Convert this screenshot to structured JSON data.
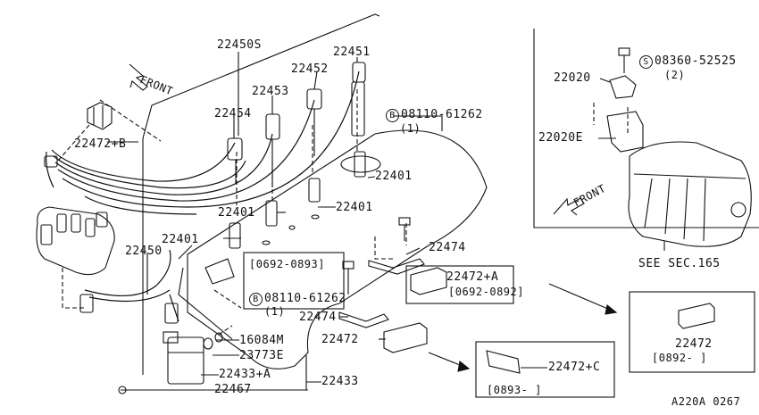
{
  "labels": {
    "p22450S": "22450S",
    "p22451": "22451",
    "p22452": "22452",
    "p22453": "22453",
    "p22454": "22454",
    "front_left": "FRONT",
    "front_right": "FRONT",
    "p22472B": "22472+B",
    "p22450": "22450",
    "p22401_a": "22401",
    "p22401_b": "22401",
    "p22401_c": "22401",
    "p22401_d": "22401",
    "bolt1_symbol": "B",
    "bolt1_code": "08110-61262",
    "bolt1_qty": "(1)",
    "bolt2_symbol": "B",
    "bolt2_code": "08110-61262",
    "bolt2_qty": "(1)",
    "range_left": "[0692-0893]",
    "p22474_a": "22474",
    "p22474_b": "22474",
    "p22472A": "22472+A",
    "range_a": "[0692-0892]",
    "p22472": "22472",
    "p16084M": "16084M",
    "p23773E": "23773E",
    "p22433A": "22433+A",
    "p22433": "22433",
    "p22467": "22467",
    "p22472C": "22472+C",
    "range_c": "[0893-    ]",
    "p22472_box": "22472",
    "range_box": "[0892-    ]",
    "p22020": "22020",
    "p22020E": "22020E",
    "screw_symbol": "S",
    "screw_code": "08360-52525",
    "screw_qty": "(2)",
    "see_sec": "SEE SEC.165",
    "figure_code": "A220A 0267"
  }
}
